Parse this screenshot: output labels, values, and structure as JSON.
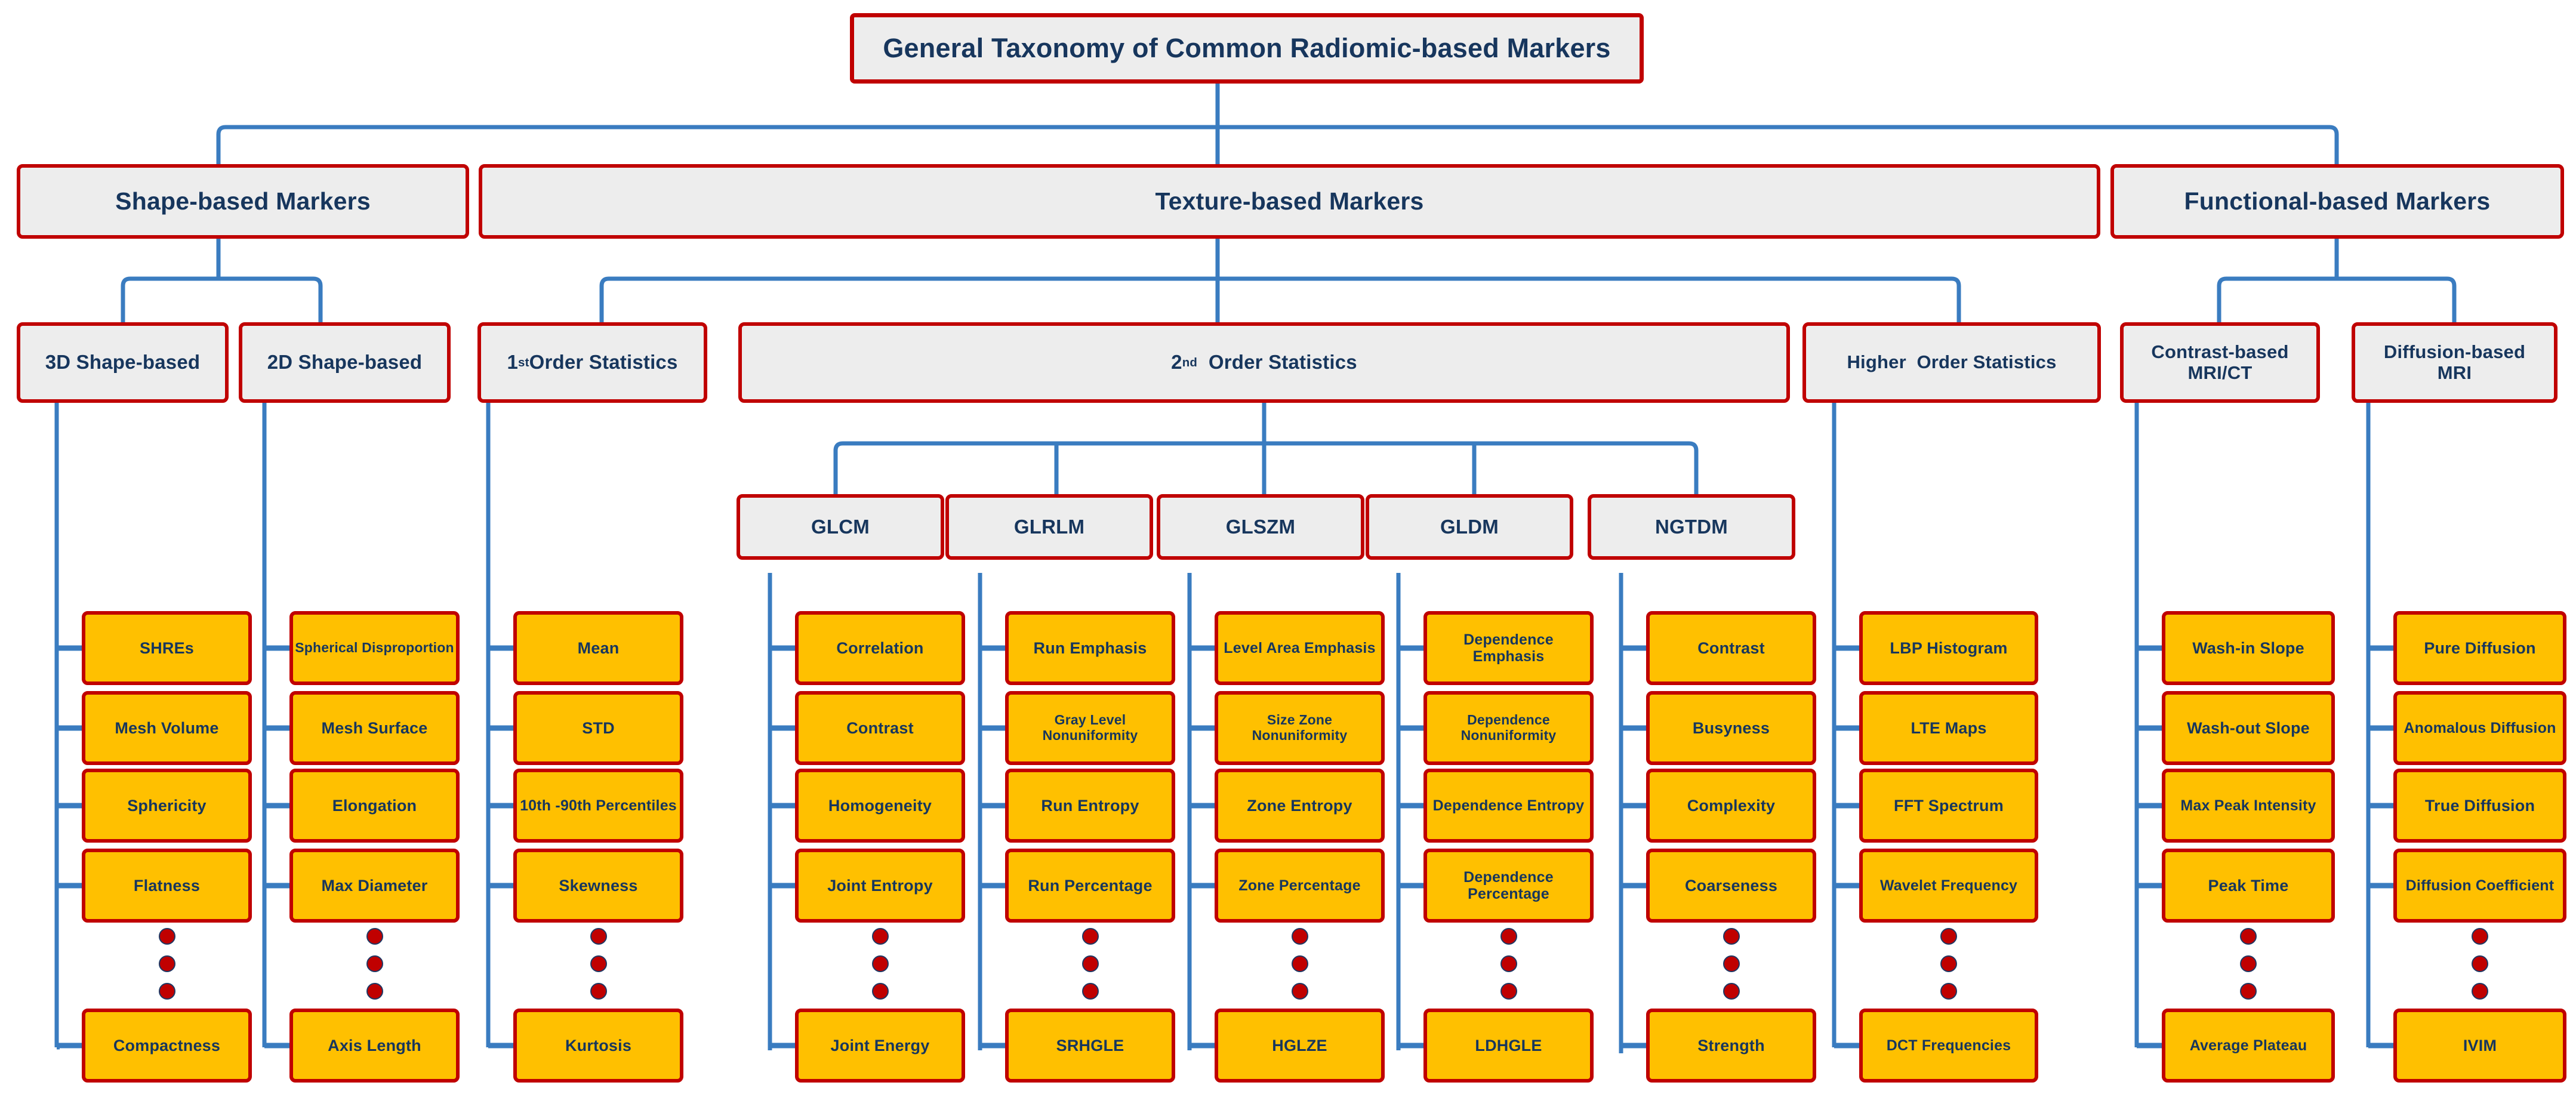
{
  "title": "General Taxonomy of Common Radiomic-based Markers",
  "colors": {
    "leaf_fill": "#FFC000",
    "header_fill": "#EDEDED",
    "border": "#C00000",
    "text": "#17365D",
    "connector": "#3A7CC0"
  },
  "level2": [
    {
      "id": "shape",
      "label": "Shape-based Markers"
    },
    {
      "id": "texture",
      "label": "Texture-based Markers"
    },
    {
      "id": "functional",
      "label": "Functional-based Markers"
    }
  ],
  "level3": [
    {
      "id": "shape3d",
      "label": "3D Shape-based",
      "html": "3D Shape-based"
    },
    {
      "id": "shape2d",
      "label": "2D Shape-based",
      "html": "2D Shape-based"
    },
    {
      "id": "order1",
      "label": "1st Order Statistics",
      "html": "1<sup>st</sup> Order Statistics"
    },
    {
      "id": "order2",
      "label": "2nd Order Statistics",
      "html": "2<sup>nd</sup>&nbsp; Order Statistics"
    },
    {
      "id": "higher",
      "label": "Higher  Order Statistics",
      "html": "Higher&nbsp; Order Statistics"
    },
    {
      "id": "contrast",
      "label": "Contrast-based MRI/CT",
      "html": "Contrast-based<br>MRI/CT"
    },
    {
      "id": "diffusion",
      "label": "Diffusion-based MRI",
      "html": "Diffusion-based<br>MRI"
    }
  ],
  "matrices": [
    {
      "id": "glcm",
      "label": "GLCM"
    },
    {
      "id": "glrlm",
      "label": "GLRLM"
    },
    {
      "id": "glszm",
      "label": "GLSZM"
    },
    {
      "id": "gldm",
      "label": "GLDM"
    },
    {
      "id": "ngtdm",
      "label": "NGTDM"
    }
  ],
  "columns": [
    {
      "id": "shape3d",
      "parent": "3D Shape-based",
      "items": [
        "SHREs",
        "Mesh Volume",
        "Sphericity",
        "Flatness"
      ],
      "ellipsis": 3,
      "last": "Compactness"
    },
    {
      "id": "shape2d",
      "parent": "2D Shape-based",
      "items": [
        "Spherical Disproportion",
        "Mesh Surface",
        "Elongation",
        "Max Diameter"
      ],
      "ellipsis": 3,
      "last": "Axis Length"
    },
    {
      "id": "order1",
      "parent": "1st Order Statistics",
      "items": [
        "Mean",
        "STD",
        "10th -90th Percentiles",
        "Skewness"
      ],
      "ellipsis": 3,
      "last": "Kurtosis"
    },
    {
      "id": "glcm",
      "parent": "GLCM",
      "items": [
        "Correlation",
        "Contrast",
        "Homogeneity",
        "Joint Entropy"
      ],
      "ellipsis": 3,
      "last": "Joint Energy"
    },
    {
      "id": "glrlm",
      "parent": "GLRLM",
      "items": [
        "Run Emphasis",
        "Gray Level Nonuniformity",
        "Run Entropy",
        "Run Percentage"
      ],
      "ellipsis": 3,
      "last": "SRHGLE"
    },
    {
      "id": "glszm",
      "parent": "GLSZM",
      "items": [
        "Level Area Emphasis",
        "Size Zone Nonuniformity",
        "Zone Entropy",
        "Zone Percentage"
      ],
      "ellipsis": 3,
      "last": "HGLZE"
    },
    {
      "id": "gldm",
      "parent": "GLDM",
      "items": [
        "Dependence Emphasis",
        "Dependence Nonuniformity",
        "Dependence Entropy",
        "Dependence Percentage"
      ],
      "ellipsis": 3,
      "last": "LDHGLE"
    },
    {
      "id": "ngtdm",
      "parent": "NGTDM",
      "items": [
        "Contrast",
        "Busyness",
        "Complexity",
        "Coarseness"
      ],
      "ellipsis": 3,
      "last": "Strength"
    },
    {
      "id": "higher",
      "parent": "Higher Order Statistics",
      "items": [
        "LBP Histogram",
        "LTE Maps",
        "FFT Spectrum",
        "Wavelet Frequency"
      ],
      "ellipsis": 3,
      "last": "DCT Frequencies"
    },
    {
      "id": "contrast",
      "parent": "Contrast-based MRI/CT",
      "items": [
        "Wash-in Slope",
        "Wash-out Slope",
        "Max Peak Intensity",
        "Peak Time"
      ],
      "ellipsis": 3,
      "last": "Average Plateau"
    },
    {
      "id": "diffusion",
      "parent": "Diffusion-based MRI",
      "items": [
        "Pure Diffusion",
        "Anomalous Diffusion",
        "True Diffusion",
        "Diffusion Coefficient"
      ],
      "ellipsis": 3,
      "last": "IVIM"
    }
  ]
}
